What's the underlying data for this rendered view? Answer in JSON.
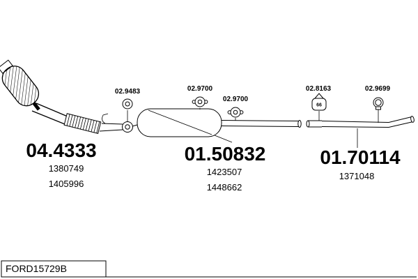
{
  "page": {
    "footer_code": "FORD15729B"
  },
  "diagram": {
    "small_parts": [
      {
        "label": "02.9483",
        "icon": "gasket-ring-icon"
      },
      {
        "label": "02.9700",
        "icon": "flange-gasket-icon"
      },
      {
        "label": "02.9700",
        "icon": "flange-gasket-icon"
      },
      {
        "label": "02.8163",
        "icon": "rubber-hanger-icon",
        "icon_text": "66"
      },
      {
        "label": "02.9699",
        "icon": "pipe-clamp-icon"
      }
    ],
    "main_parts": [
      {
        "number": "04.4333",
        "oem_numbers": [
          "1380749",
          "1405996"
        ]
      },
      {
        "number": "01.50832",
        "oem_numbers": [
          "1423507",
          "1448662"
        ]
      },
      {
        "number": "01.70114",
        "oem_numbers": [
          "1371048"
        ]
      }
    ]
  }
}
